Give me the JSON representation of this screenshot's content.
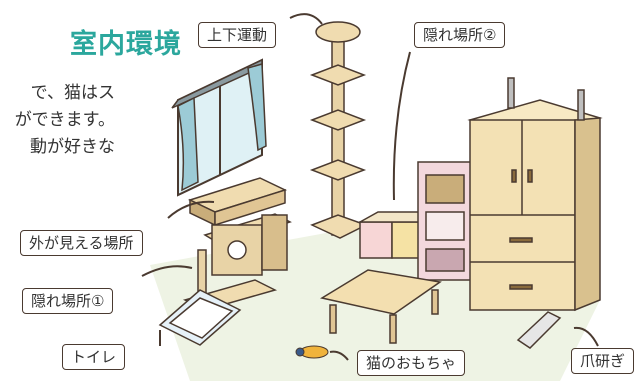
{
  "heading": "室内環境",
  "body_lines": [
    "で、猫はス",
    "ができます。",
    "動が好きな"
  ],
  "labels": {
    "vertical_movement": "上下運動",
    "hiding_place_2": "隠れ場所②",
    "outside_view": "外が見える場所",
    "hiding_place_1": "隠れ場所①",
    "toilet": "トイレ",
    "cat_toy": "猫のおもちゃ",
    "scratcher": "爪研ぎ"
  },
  "colors": {
    "heading": "#2ba79d",
    "wood": "#e8d3a6",
    "wood_dark": "#c9ad7a",
    "floor": "#eef3e4",
    "curtain": "#9ccbd6",
    "outline": "#4a3a30"
  }
}
